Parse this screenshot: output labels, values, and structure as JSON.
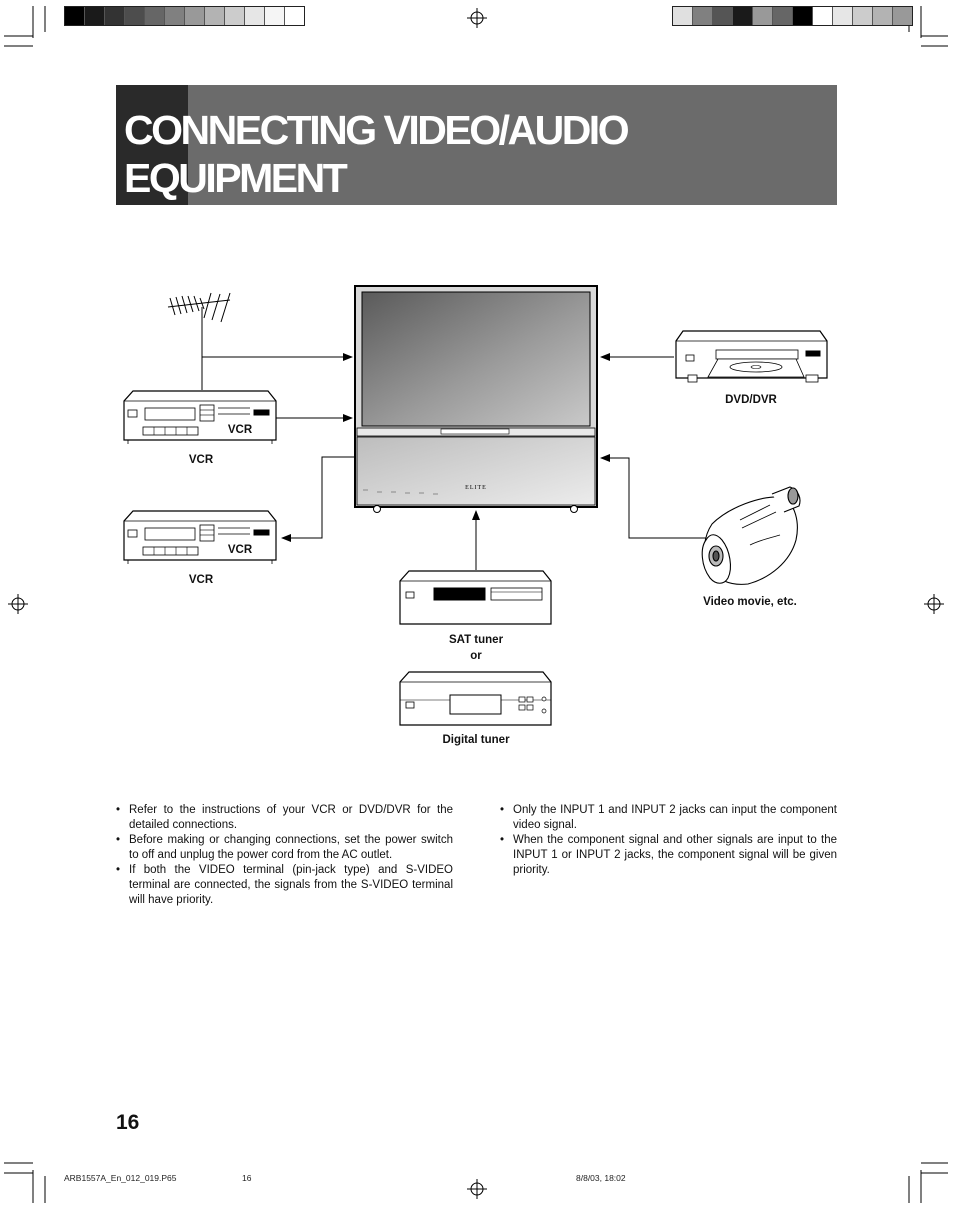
{
  "title": "CONNECTING VIDEO/AUDIO EQUIPMENT",
  "diagram": {
    "tv_brand": "ELITE",
    "labels": {
      "vcr_top_inner": "VCR",
      "vcr_top": "VCR",
      "vcr_bottom_inner": "VCR",
      "vcr_bottom": "VCR",
      "dvd": "DVD/DVR",
      "video_movie": "Video movie, etc.",
      "sat_tuner": "SAT tuner",
      "or": "or",
      "digital_tuner": "Digital tuner"
    }
  },
  "notes_left": [
    "Refer to the instructions of your VCR or DVD/DVR for the detailed connections.",
    "Before making or changing connections, set the power switch to off and unplug the power cord from the AC outlet.",
    "If both the VIDEO terminal (pin-jack type) and S-VIDEO terminal are connected, the signals from the S-VIDEO terminal will have priority."
  ],
  "notes_right": [
    "Only the INPUT 1 and INPUT 2 jacks can input the component video signal.",
    "When the component signal and other signals are input to the INPUT 1 or INPUT 2 jacks, the component signal will be given priority."
  ],
  "page_number": "16",
  "footer": {
    "file": "ARB1557A_En_012_019.P65",
    "page": "16",
    "date": "8/8/03, 18:02"
  },
  "colors": {
    "title_band": "#6b6b6b",
    "title_dark": "#2a2a2a",
    "calibration_left": [
      "#000000",
      "#1a1a1a",
      "#333333",
      "#4d4d4d",
      "#666666",
      "#808080",
      "#999999",
      "#b3b3b3",
      "#cccccc",
      "#e6e6e6",
      "#f5f5f5",
      "#ffffff"
    ],
    "calibration_right": [
      "#e0e0e0",
      "#808080",
      "#555555",
      "#1a1a1a",
      "#999999",
      "#666666",
      "#000000",
      "#ffffff",
      "#e6e6e6",
      "#cccccc",
      "#b3b3b3",
      "#999999"
    ]
  }
}
